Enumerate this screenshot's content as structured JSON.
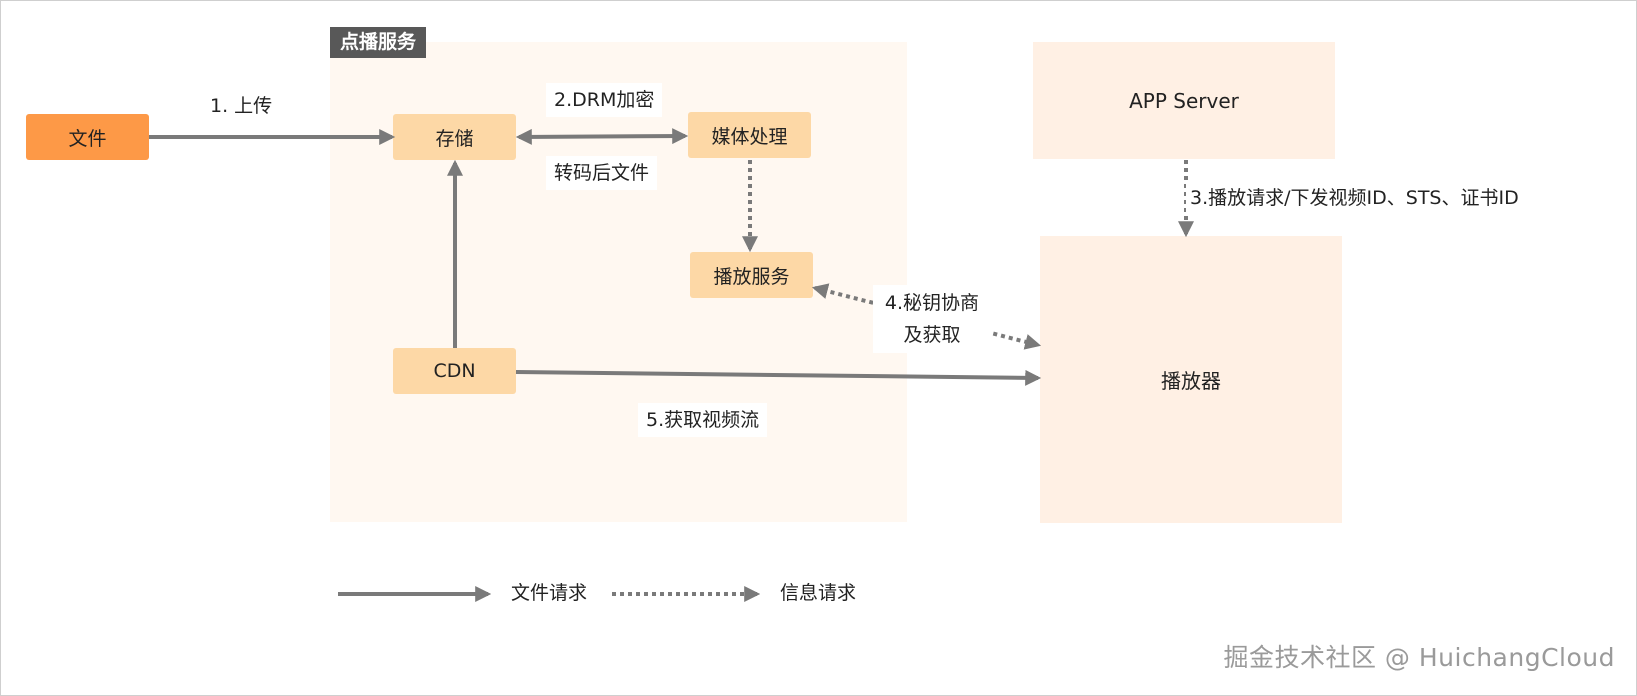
{
  "region": {
    "title": "点播服务"
  },
  "nodes": {
    "file": "文件",
    "storage": "存储",
    "media_processing": "媒体处理",
    "playback_service": "播放服务",
    "cdn": "CDN",
    "app_server": "APP Server",
    "player": "播放器"
  },
  "labels": {
    "upload": "1. 上传",
    "drm_encrypt": "2.DRM加密",
    "transcoded_file": "转码后文件",
    "play_request": "3.播放请求/下发视频ID、STS、证书ID",
    "key_negotiation_line1": "4.秘钥协商",
    "key_negotiation_line2": "及获取",
    "get_video_stream": "5.获取视频流"
  },
  "legend": {
    "file_request": "文件请求",
    "info_request": "信息请求"
  },
  "watermark": "掘金技术社区 @ HuichangCloud",
  "colors": {
    "file_node": "#fd9947",
    "node": "#fdd8a6",
    "region_bg": "#fff8f1",
    "pale_node": "#fff0e4",
    "region_tag": "#585858",
    "arrow": "#7a7a7a"
  }
}
